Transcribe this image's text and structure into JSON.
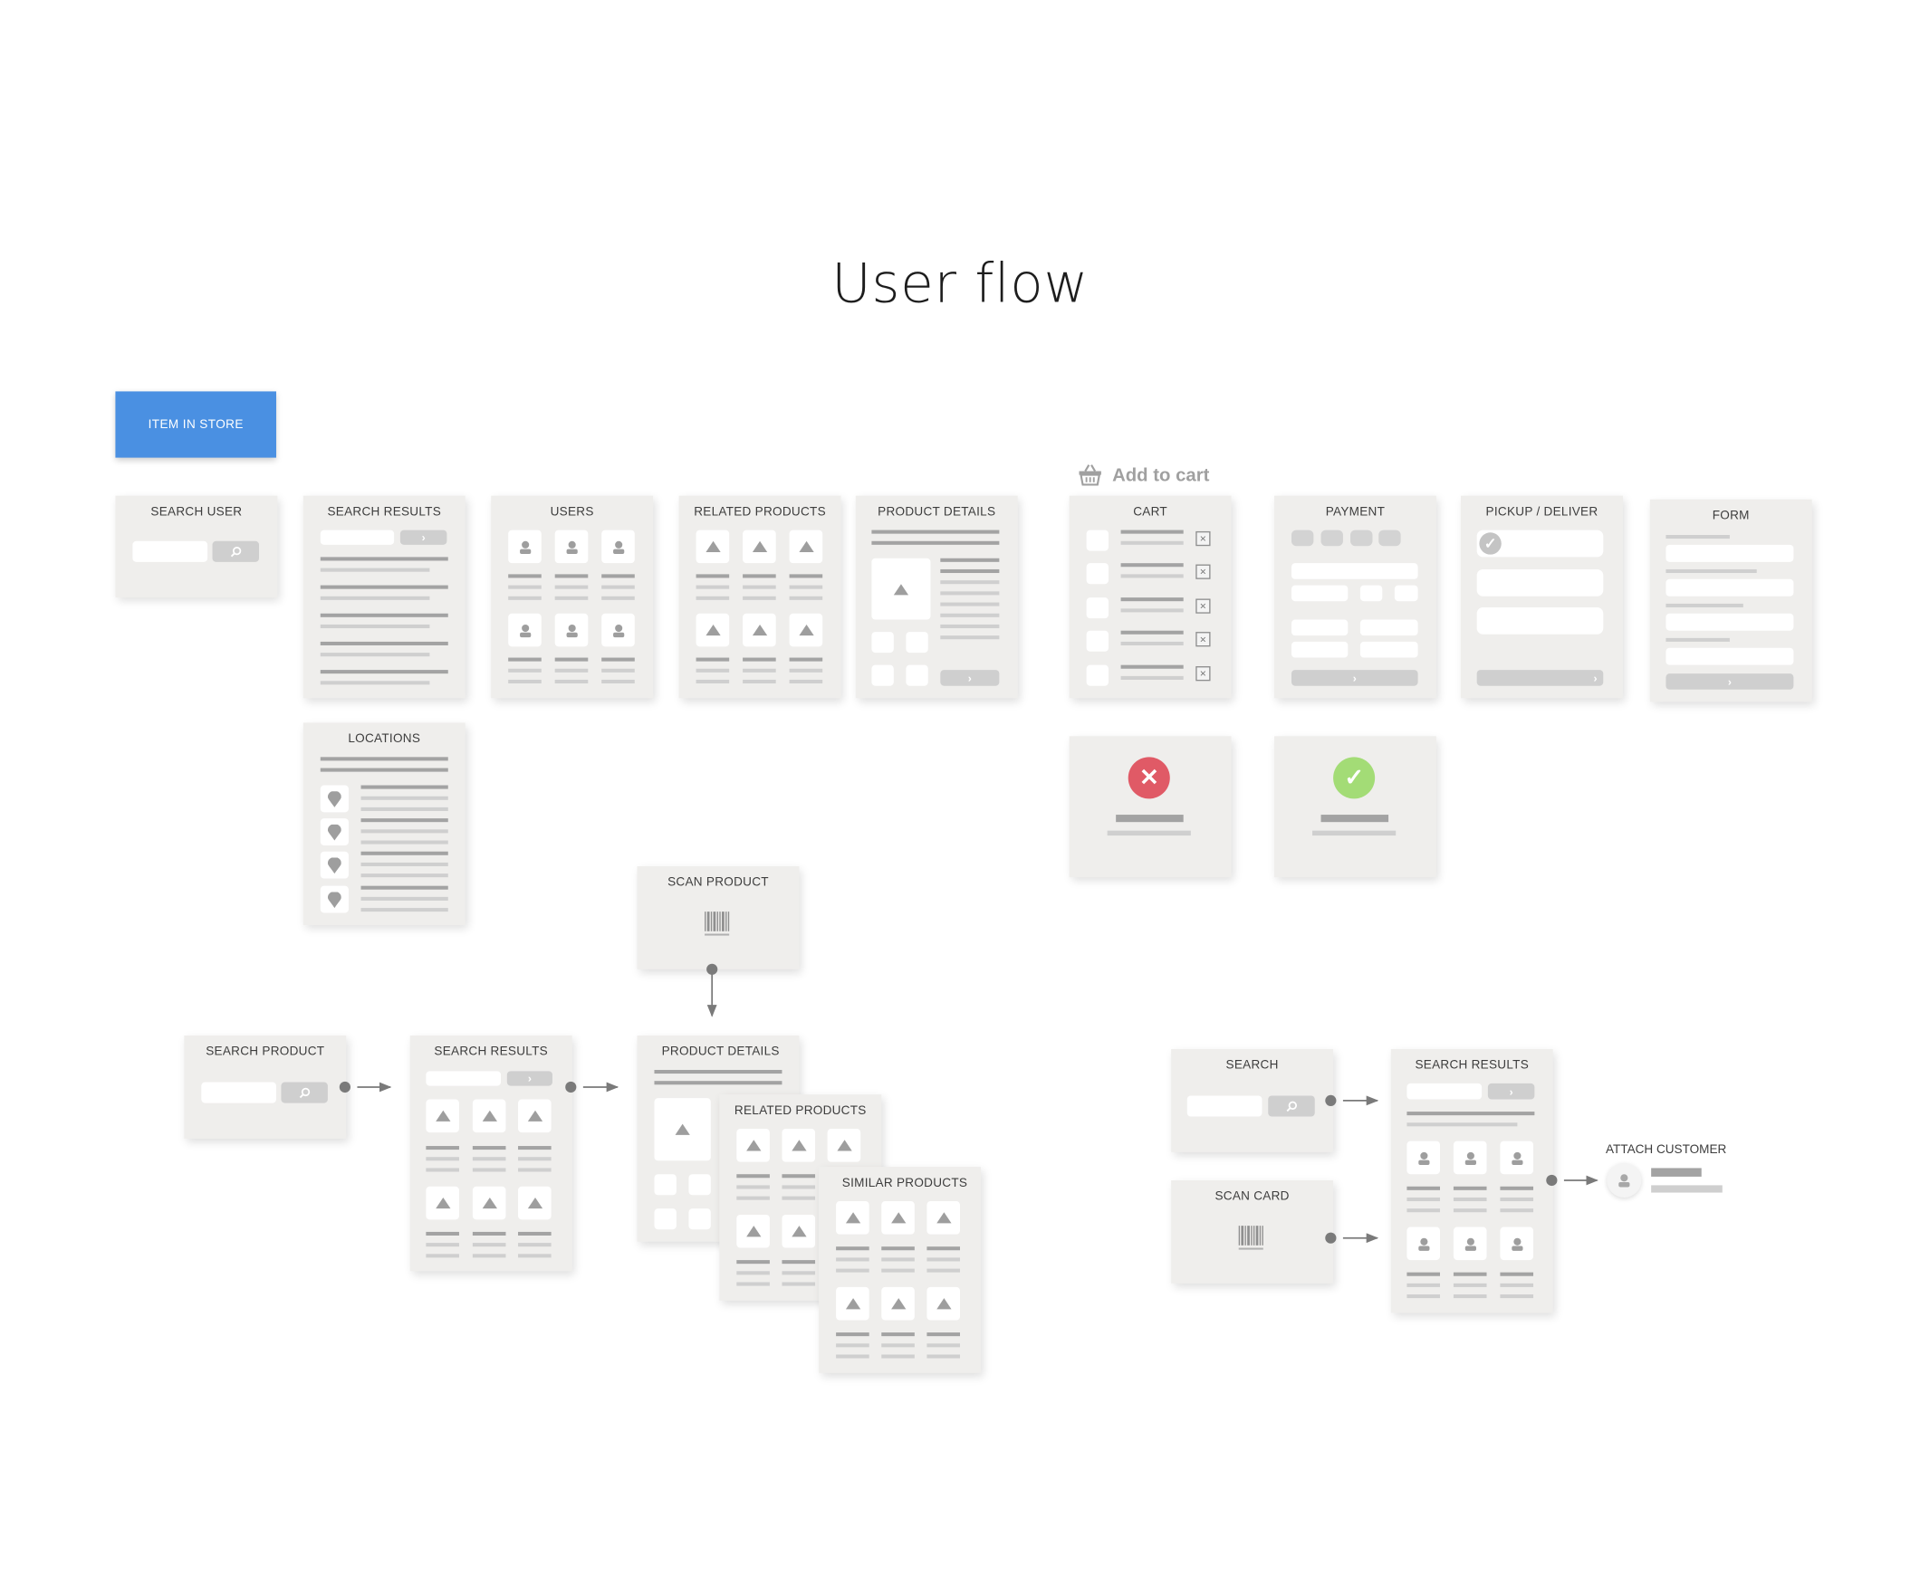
{
  "title": "User flow",
  "store_button": "ITEM  IN STORE",
  "add_to_cart": "Add to cart",
  "colors": {
    "primary": "#4a90e2",
    "error": "#e05a66",
    "success": "#a3dc76",
    "card": "#efeeec"
  },
  "cards": {
    "search_user": "SEARCH USER",
    "search_results_top": "SEARCH RESULTS",
    "users": "USERS",
    "related_products_top": "RELATED PRODUCTS",
    "product_details_top": "PRODUCT DETAILS",
    "cart": "CART",
    "payment": "PAYMENT",
    "pickup_deliver": "PICKUP / DELIVER",
    "form": "FORM",
    "locations": "LOCATIONS",
    "scan_product": "SCAN PRODUCT",
    "search_product": "SEARCH PRODUCT",
    "search_results_mid": "SEARCH RESULTS",
    "product_details_mid": "PRODUCT DETAILS",
    "related_products_mid": "RELATED PRODUCTS",
    "similar_products": "SIMILAR PRODUCTS",
    "search": "SEARCH",
    "scan_card": "SCAN CARD",
    "search_results_right": "SEARCH RESULTS",
    "attach_customer": "ATTACH CUSTOMER"
  },
  "icons": [
    "search-icon",
    "arrow-right-icon",
    "user-icon",
    "image-icon",
    "close-icon",
    "check-icon",
    "map-pin-icon",
    "barcode-icon",
    "basket-icon",
    "flow-arrow-icon"
  ]
}
